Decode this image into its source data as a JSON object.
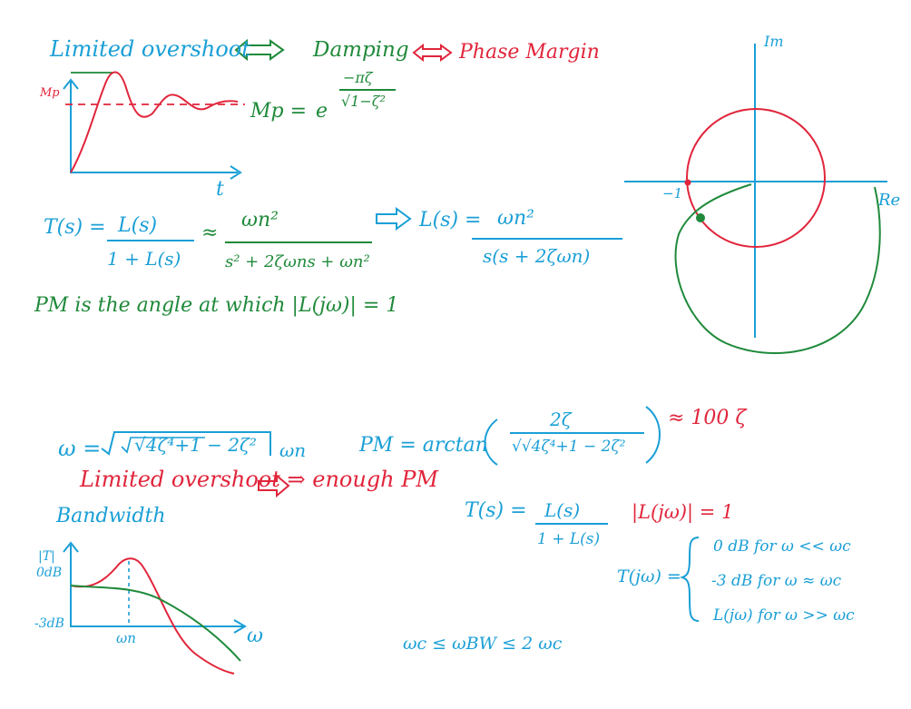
{
  "colors": {
    "blue": "#1a9fd6",
    "green": "#1f8a3a",
    "red": "#e1253b"
  },
  "top": {
    "limited_overshoot": "Limited overshoot",
    "damping": "Damping",
    "phase_margin": "Phase Margin",
    "mp_axis": "Mp",
    "t_axis": "t",
    "mp_eq_left": "Mp =",
    "mp_eq_e": "e",
    "mp_eq_num": "−πζ",
    "mp_eq_den": "√1−ζ²"
  },
  "tf": {
    "T_lhs": "T(s) =",
    "T_num": "L(s)",
    "T_den": "1 + L(s)",
    "approx": "≈",
    "wn_num": "ωn²",
    "wn_den": "s² + 2ζωns + ωn²",
    "L_lhs": "L(s) =",
    "L_num": "ωn²",
    "L_den": "s(s + 2ζωn)"
  },
  "pm_def": "PM is the angle at which |L(jω)| = 1",
  "nyquist": {
    "im": "Im",
    "re": "Re",
    "minus_one": "−1"
  },
  "formulas": {
    "omega_left": "ω =",
    "omega_root": "√4ζ⁴+1 − 2ζ²",
    "omega_n": "ωn",
    "pm_left": "PM = arctan",
    "pm_num": "2ζ",
    "pm_den": "√√4ζ⁴+1 − 2ζ²",
    "pm_approx": "≈ 100 ζ"
  },
  "overshoot_pm": "Limited overshoot ⇒ enough PM",
  "bandwidth": {
    "title": "Bandwidth",
    "abs_t": "|T|",
    "zero_db": "0dB",
    "minus3db": "-3dB",
    "wn_tick": "ωn",
    "w_axis": "ω"
  },
  "right": {
    "T_lhs": "T(s) =",
    "T_num": "L(s)",
    "T_den": "1 + L(s)",
    "mag_eq": "|L(jω)| = 1",
    "Tjw_lhs": "T(jω) =",
    "case1": "0 dB   for   ω << ωc",
    "case2": "-3 dB   for   ω ≈ ωc",
    "case3": "L(jω)   for   ω >> ωc",
    "ineq": "ωc ≤ ωBW ≤ 2 ωc"
  }
}
